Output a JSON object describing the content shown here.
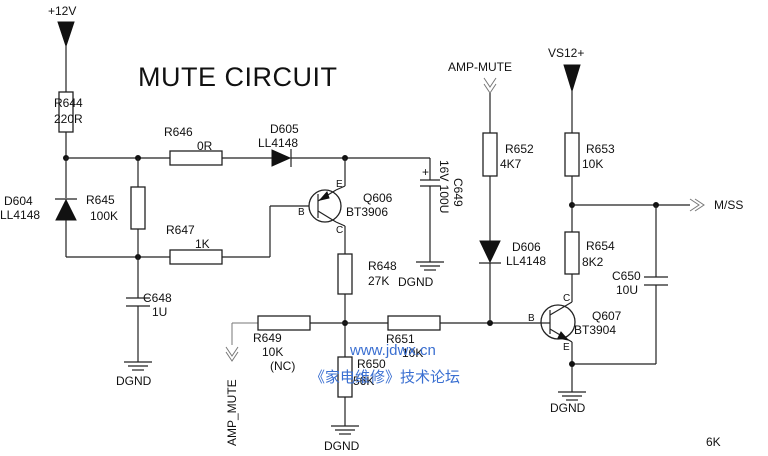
{
  "title": "MUTE CIRCUIT",
  "power": {
    "vcc": "+12V",
    "vs": "VS12+"
  },
  "resistors": {
    "r644": {
      "name": "R644",
      "value": "220R"
    },
    "r645": {
      "name": "R645",
      "value": "100K"
    },
    "r646": {
      "name": "R646",
      "value": "0R"
    },
    "r647": {
      "name": "R647",
      "value": "1K"
    },
    "r648": {
      "name": "R648",
      "value": "27K"
    },
    "r649": {
      "name": "R649",
      "value": "10K",
      "note": "(NC)"
    },
    "r650": {
      "name": "R650",
      "value": "56K"
    },
    "r651": {
      "name": "R651",
      "value": "10K"
    },
    "r652": {
      "name": "R652",
      "value": "4K7"
    },
    "r653": {
      "name": "R653",
      "value": "10K"
    },
    "r654": {
      "name": "R654",
      "value": "8K2"
    }
  },
  "diodes": {
    "d604": {
      "name": "D604",
      "value": "LL4148"
    },
    "d605": {
      "name": "D605",
      "value": "LL4148"
    },
    "d606": {
      "name": "D606",
      "value": "LL4148"
    }
  },
  "capacitors": {
    "c648": {
      "name": "C648",
      "value": "1U"
    },
    "c649": {
      "name": "C649",
      "value": "16V 100U"
    },
    "c650": {
      "name": "C650",
      "value": "10U"
    }
  },
  "transistors": {
    "q606": {
      "name": "Q606",
      "value": "BT3906"
    },
    "q607": {
      "name": "Q607",
      "value": "BT3904"
    }
  },
  "pins": {
    "b": "B",
    "c": "C",
    "e": "E"
  },
  "nets": {
    "amp_mute": "AMP-MUTE",
    "amp_mute_bottom": "AMP_MUTE",
    "m_ss": "M/SS",
    "dgnd": "DGND"
  },
  "watermark": {
    "url": "www.jdwx.cn",
    "site": "《家电维修》技术论坛"
  },
  "corner_text": "6K"
}
